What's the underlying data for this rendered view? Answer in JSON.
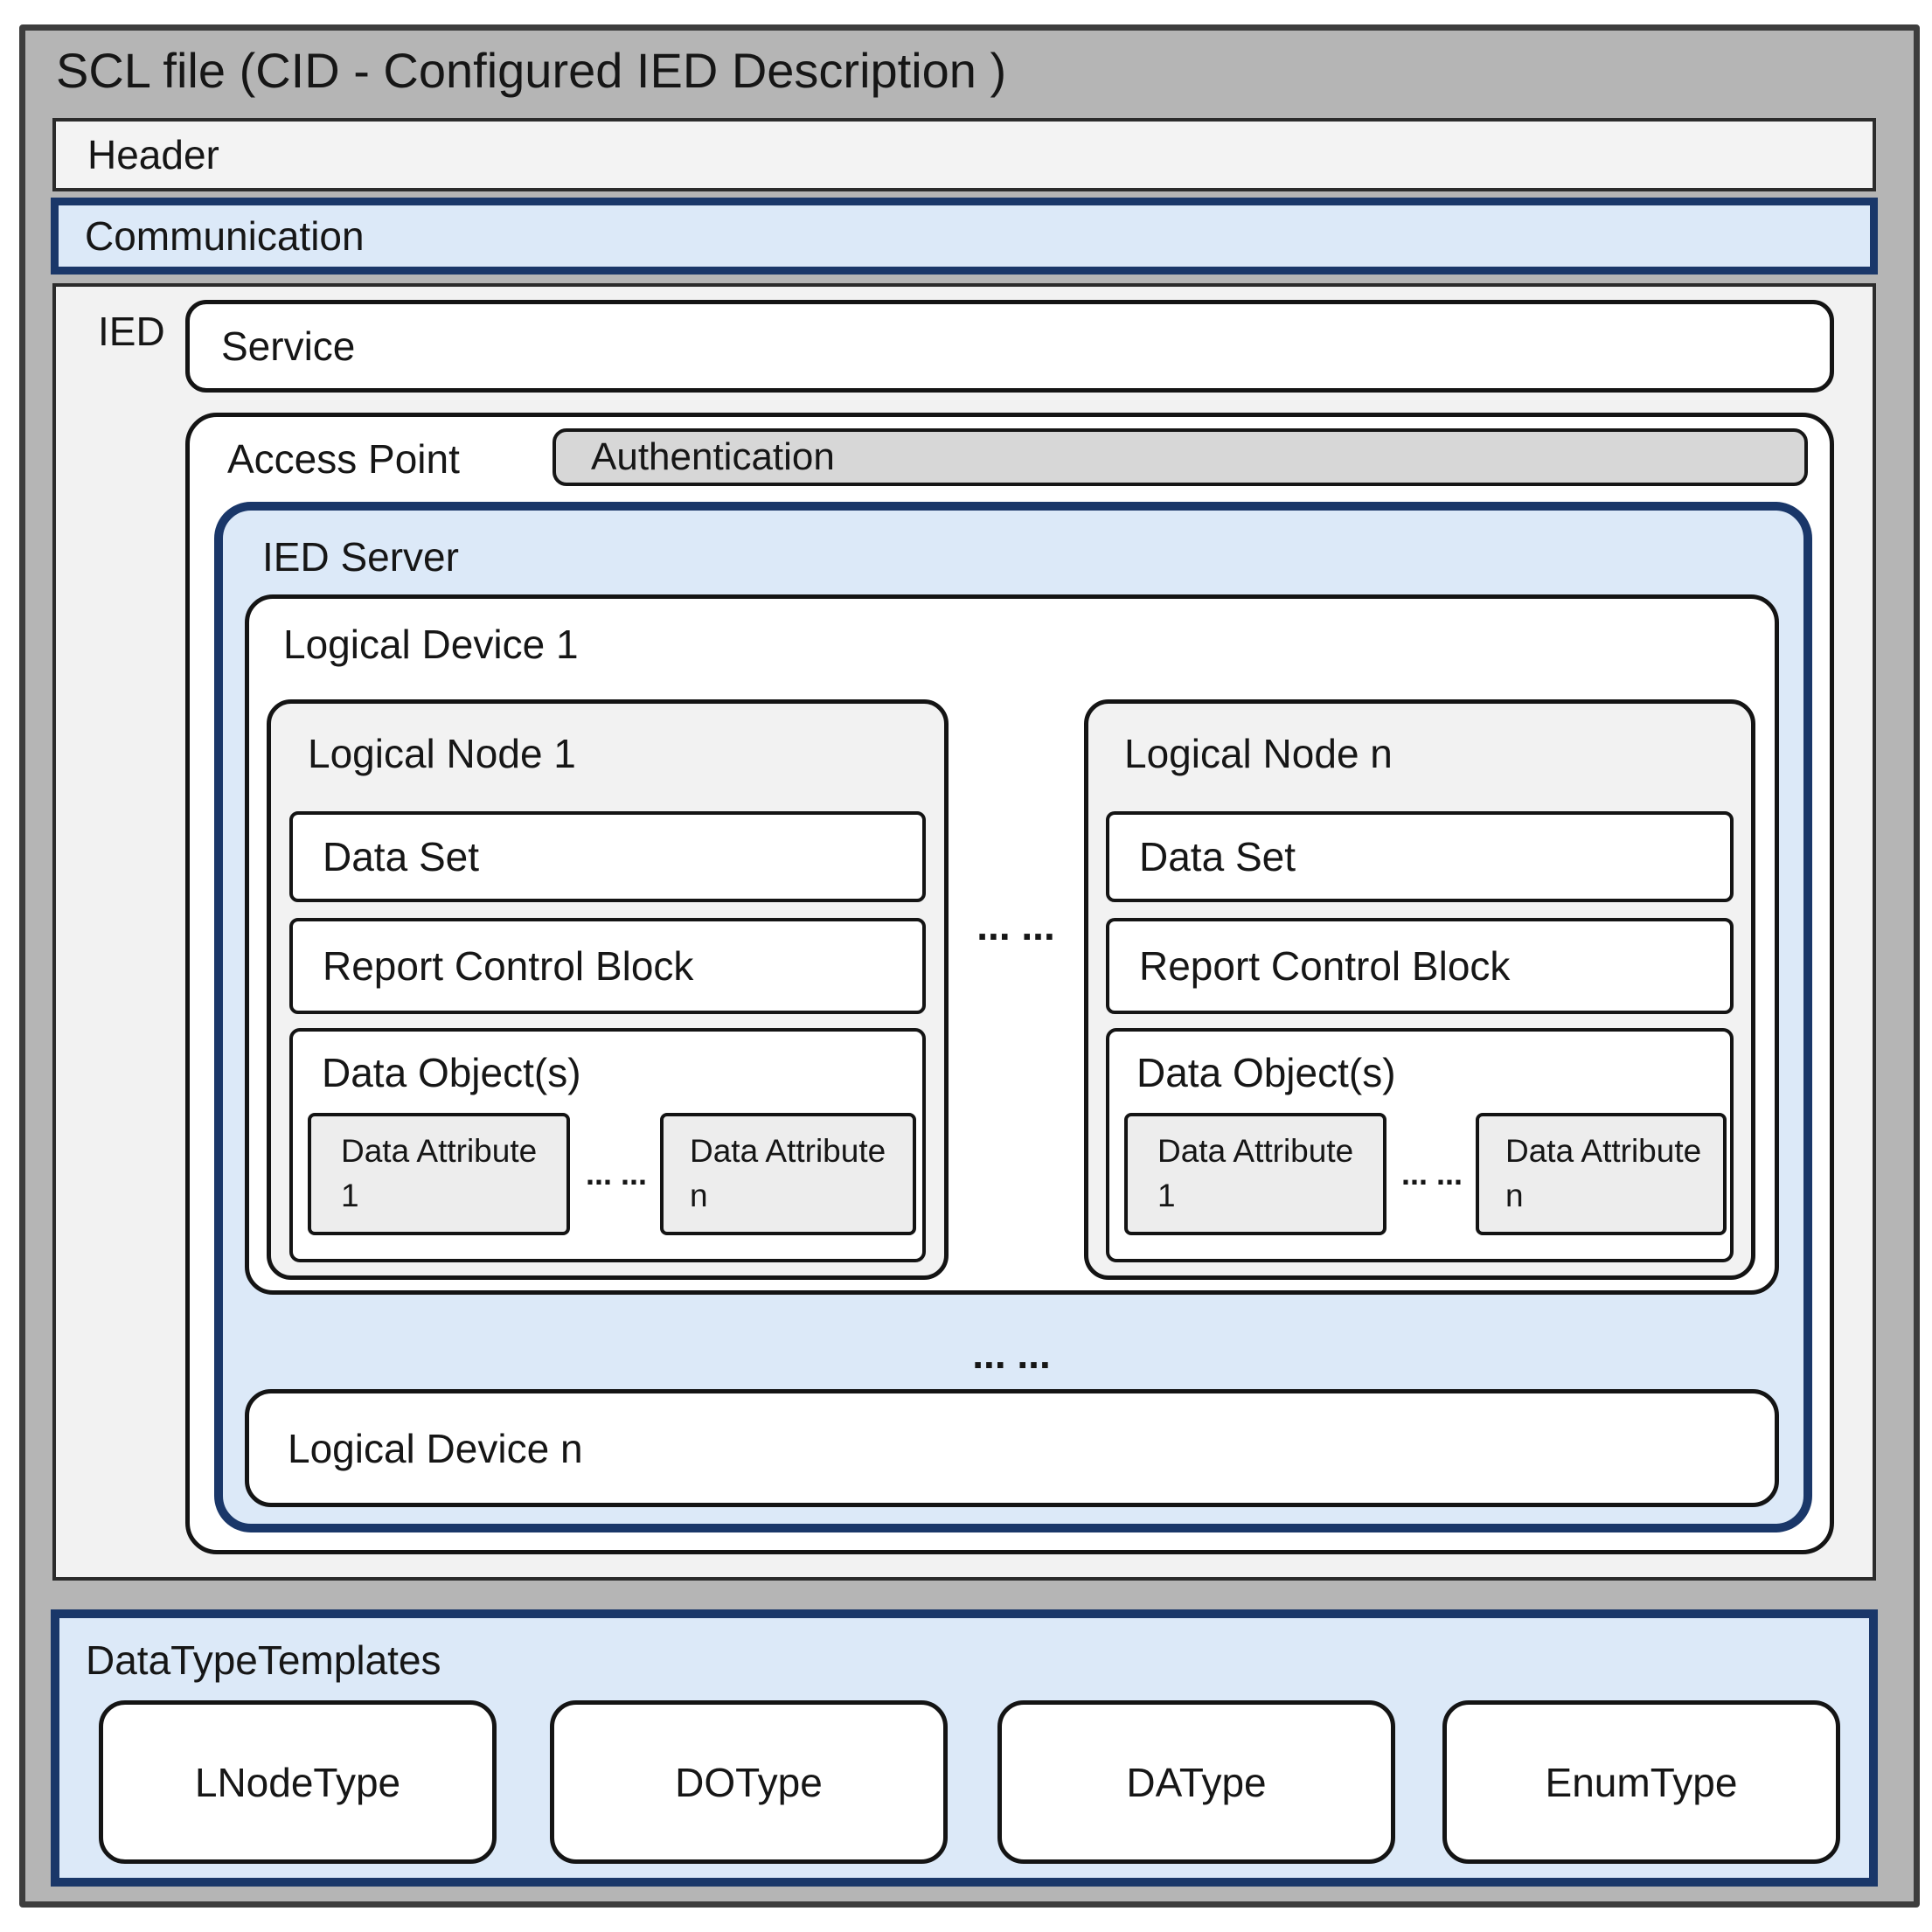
{
  "title": "SCL file (CID - Configured IED Description )",
  "header": {
    "label": "Header"
  },
  "communication": {
    "label": "Communication"
  },
  "ied": {
    "label": "IED",
    "service": {
      "label": "Service"
    },
    "access_point": {
      "label": "Access Point",
      "authentication": {
        "label": "Authentication"
      },
      "ied_server": {
        "label": "IED Server",
        "logical_device_1": {
          "label": "Logical Device 1",
          "nodes_ellipsis": "... ...",
          "logical_nodes": [
            {
              "label": "Logical Node 1",
              "data_set": "Data Set",
              "report_control_block": "Report Control Block",
              "data_objects": {
                "label": "Data Object(s)",
                "first_attribute": "Data Attribute 1",
                "ellipsis": "... ...",
                "last_attribute": "Data Attribute n"
              }
            },
            {
              "label": "Logical Node n",
              "data_set": "Data Set",
              "report_control_block": "Report Control Block",
              "data_objects": {
                "label": "Data Object(s)",
                "first_attribute": "Data Attribute 1",
                "ellipsis": "... ...",
                "last_attribute": "Data Attribute n"
              }
            }
          ]
        },
        "devices_ellipsis": "... ...",
        "logical_device_n": {
          "label": "Logical Device n"
        }
      }
    }
  },
  "data_type_templates": {
    "label": "DataTypeTemplates",
    "types": [
      "LNodeType",
      "DOType",
      "DAType",
      "EnumType"
    ]
  },
  "colors": {
    "outer_fill": "#b5b5b5",
    "outer_border": "#3d3d3d",
    "panel_fill": "#f2f2f2",
    "blue_fill": "#dce9f8",
    "navy_border": "#1a3769",
    "authentication_fill": "#d7d7d7",
    "attribute_fill": "#ededed",
    "box_border": "#141414",
    "text": "#161616"
  }
}
